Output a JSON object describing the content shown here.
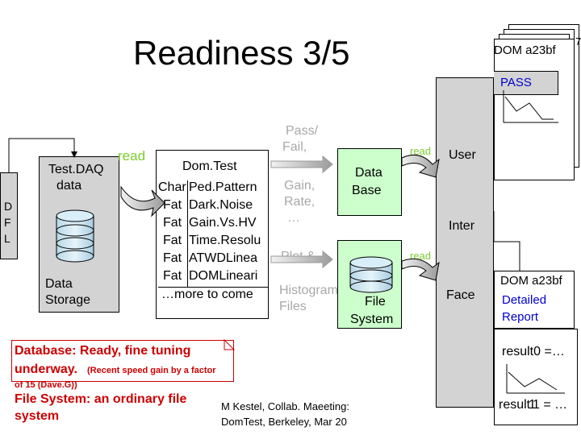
{
  "title": "Readiness 3/5",
  "dom_card": {
    "label": "DOM a23bf",
    "corner": "7",
    "pass": "PASS"
  },
  "dfl": [
    "D",
    "F",
    "L"
  ],
  "testdaq": {
    "line1": "Test.DAQ",
    "line2": "data"
  },
  "data_storage": {
    "line1": "Data",
    "line2": "Storage"
  },
  "read_labels": {
    "left": "read",
    "top": "read",
    "mid": "read"
  },
  "domtest": {
    "title": "Dom.Test",
    "rows": [
      {
        "a": "Char",
        "b": "Ped.Pattern"
      },
      {
        "a": "Fat",
        "b": "Dark.Noise"
      },
      {
        "a": "Fat",
        "b": "Gain.Vs.HV"
      },
      {
        "a": "Fat",
        "b": "Time.Resolu"
      },
      {
        "a": "Fat",
        "b": "ATWDLinea"
      },
      {
        "a": "Fat",
        "b": "DOMLineari"
      }
    ],
    "more": "…more to come"
  },
  "flow_labels": {
    "pass_fail_1": "Pass/",
    "pass_fail_2": "Fail,",
    "gain_1": "Gain,",
    "gain_2": "Rate,",
    "gain_3": "…",
    "plot": "Plot &",
    "hist_1": "Histogram",
    "hist_2": "Files"
  },
  "database": {
    "line1": "Data",
    "line2": "Base"
  },
  "file_system": {
    "line1": "File",
    "line2": "System"
  },
  "ui_panel": {
    "user": "User",
    "inter": "Inter",
    "face": "Face"
  },
  "report": {
    "line1": "DOM a23bf",
    "line2": "Detailed",
    "line3": "Report",
    "result0": "result0 =…",
    "result1_a": "result",
    "result1_b": "1",
    "result1_c": "1 = …"
  },
  "notes": {
    "db_line1": "Database: Ready, fine tuning",
    "db_line2": "underway.",
    "db_small1": "(Recent speed gain by a factor",
    "db_small2": "of 15 (Dave.G))",
    "fs_line1": "File System: an ordinary file",
    "fs_line2": "system"
  },
  "footer": {
    "line1": "M Kestel, Collab. Maeeting:",
    "line2": "DomTest, Berkeley, Mar 20"
  },
  "colors": {
    "green_box": "#ccffcc",
    "gray_panel": "#d3d3d3",
    "note_red": "#cc0000",
    "read_green": "#7ccc2e"
  }
}
